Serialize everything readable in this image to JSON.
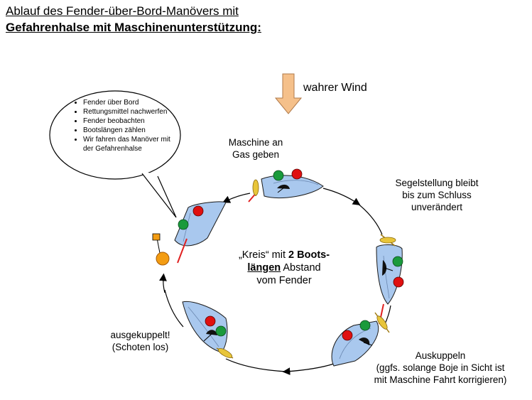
{
  "title": {
    "line1": "Ablauf des Fender-über-Bord-Manövers mit",
    "line2": "Gefahrenhalse mit Maschinenunterstützung:"
  },
  "wind": {
    "label": "wahrer Wind"
  },
  "bubble": {
    "items": [
      "Fender über Bord",
      "Rettungsmittel nachwerfen",
      "Fender beobachten",
      "Bootslängen zählen",
      "Wir fahren das Manöver mit der Gefahrenhalse"
    ]
  },
  "labels": {
    "maschine_line1": "Maschine an",
    "maschine_line2": "Gas geben",
    "segel_line1": "Segelstellung bleibt",
    "segel_line2": "bis zum Schluss",
    "segel_line3": "unverändert",
    "aus_line1": "Auskuppeln",
    "aus_line2": "(ggfs. solange Boje in Sicht ist",
    "aus_line3": "mit Maschine Fahrt korrigieren)",
    "ausgek_line1": "ausgekuppelt!",
    "ausgek_line2": "(Schoten los)"
  },
  "center": {
    "part1": "„Kreis“ mit ",
    "bold1": "2 Boots-",
    "bold2": "längen",
    "part2": " Abstand",
    "line3": "vom Fender"
  },
  "colors": {
    "hull": "#a9c8ee",
    "hull_stroke": "#1a1a1a",
    "starboard_light": "#1a9a3c",
    "port_light": "#e01010",
    "fender": "#f39c12",
    "propeller": "#e8c53a",
    "wind_arrow": "#f5c08a",
    "rudder": "#e02020"
  }
}
